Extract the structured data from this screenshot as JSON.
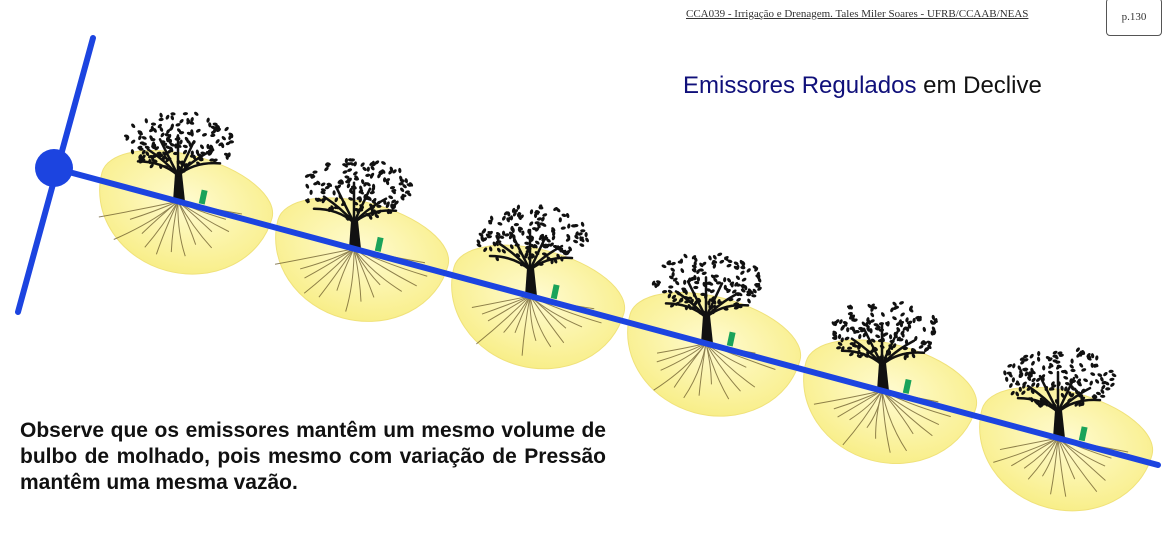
{
  "header": {
    "course": "CCA039 - Irrigação e Drenagem. Tales Miler Soares - UFRB/CCAAB/NEAS",
    "page": "p.130"
  },
  "title": {
    "part1": "Emissores Regulados",
    "part2": " em Declive"
  },
  "note": "Observe que os emissores mantêm um mesmo volume de bulbo de molhado, pois mesmo com variação de Pressão mantêm uma mesma vazão.",
  "colors": {
    "pipe": "#1c44e0",
    "bulb": "#fbf29a",
    "emitter": "#1aa35a",
    "tree": "#111111",
    "title_blue": "#10107a"
  },
  "diagram": {
    "emitter_count": 6
  }
}
